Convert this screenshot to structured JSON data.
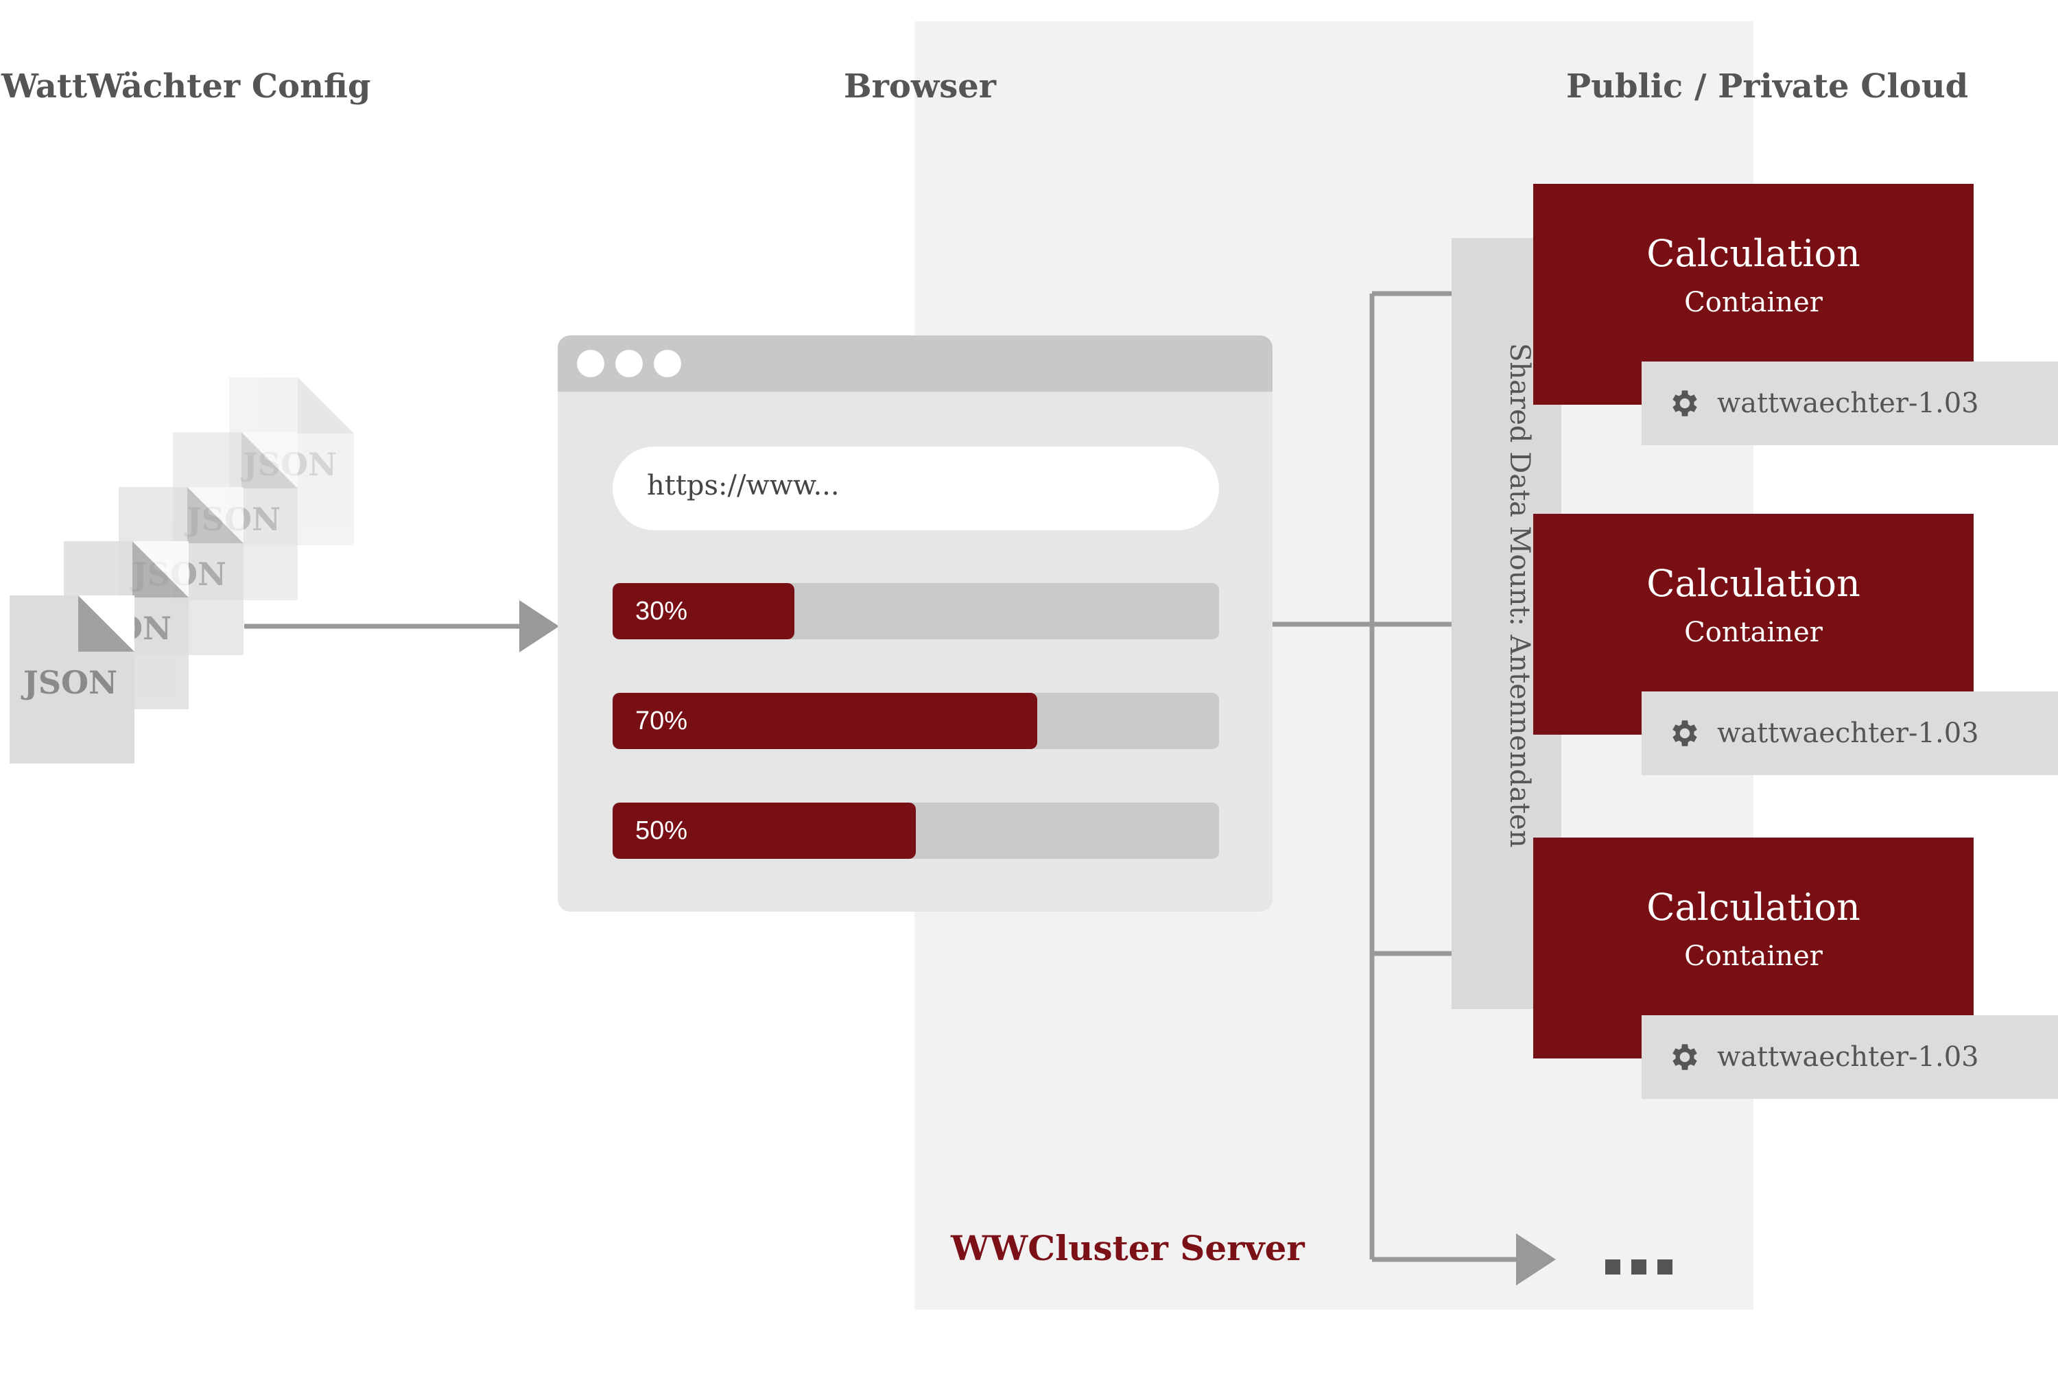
{
  "headings": {
    "config": "WattWächter Config",
    "browser": "Browser",
    "cloud": "Public / Private Cloud"
  },
  "server_label": "WWCluster Server",
  "json_docs": [
    "JSON",
    "JSON",
    "JSON",
    "JSON",
    "JSON"
  ],
  "browser": {
    "url": "https://www...",
    "progress": [
      {
        "label": "30%",
        "value": 0.3
      },
      {
        "label": "70%",
        "value": 0.7
      },
      {
        "label": "50%",
        "value": 0.5
      }
    ]
  },
  "shared_mount": "Shared Data Mount: Antennendaten",
  "containers": [
    {
      "title": "Calculation",
      "subtitle": "Container",
      "tag": "wattwaechter-1.03"
    },
    {
      "title": "Calculation",
      "subtitle": "Container",
      "tag": "wattwaechter-1.03"
    },
    {
      "title": "Calculation",
      "subtitle": "Container",
      "tag": "wattwaechter-1.03"
    }
  ],
  "colors": {
    "accent": "#780f14",
    "panel": "#f2f2f2",
    "arrow": "#999999"
  },
  "icons": [
    "gear-icon",
    "ellipsis-icon",
    "document-icon"
  ]
}
